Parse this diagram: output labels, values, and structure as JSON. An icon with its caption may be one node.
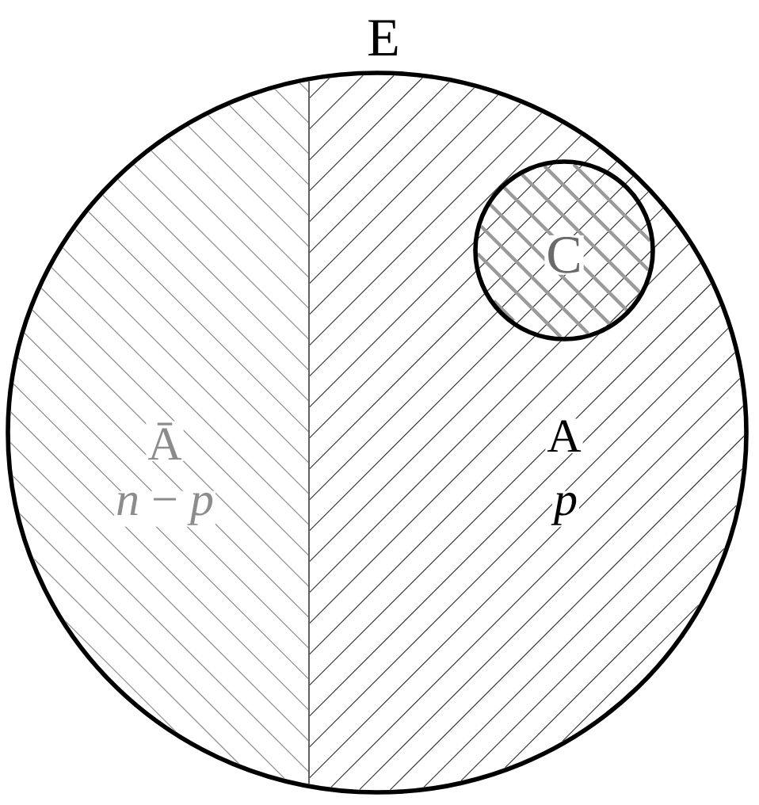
{
  "diagram": {
    "nodes": [
      {
        "text": [
          "E"
        ]
      },
      {
        "text": [
          "Ā",
          "*n* − *p*"
        ],
        "in": 0
      },
      {
        "text": [
          "A",
          "p"
        ],
        "in": 0
      },
      {
        "text": [
          "C"
        ],
        "in": 2
      }
    ]
  }
}
